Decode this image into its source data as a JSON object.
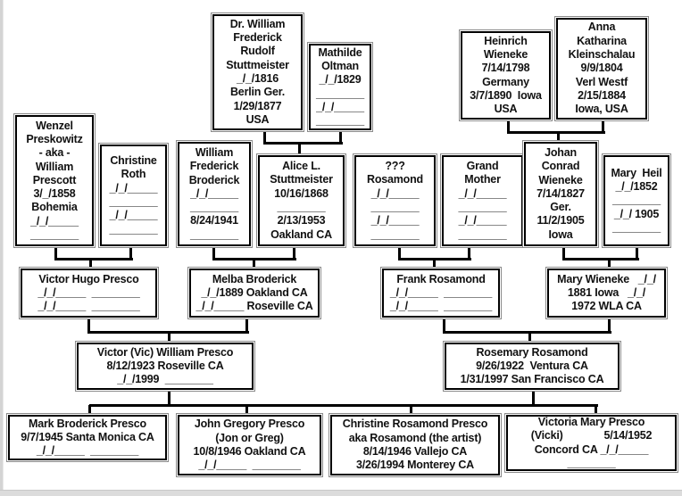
{
  "title": "Family Tree",
  "generations": {
    "great_great_grandparents": [
      {
        "id": "william-stuttmeister",
        "lines": [
          "Dr. William",
          "Frederick",
          "Rudolf",
          "Stuttmeister",
          "_/_/1816",
          "Berlin Ger.",
          "1/29/1877",
          "USA"
        ]
      },
      {
        "id": "mathilde-oltman",
        "lines": [
          "Mathilde",
          "Oltman",
          "_/_/1829",
          "________",
          "_/_/_____",
          "________"
        ]
      },
      {
        "id": "heinrich-wieneke",
        "lines": [
          "Heinrich",
          "Wieneke",
          "7/14/1798",
          "Germany",
          "3/7/1890  Iowa",
          "USA"
        ]
      },
      {
        "id": "anna-kleinschalau",
        "lines": [
          "Anna",
          "Katharina",
          "Kleinschalau",
          "9/9/1804",
          "Verl Westf",
          "2/15/1884",
          "Iowa, USA"
        ]
      }
    ],
    "great_grandparents": [
      {
        "id": "wenzel-preskowitz",
        "lines": [
          "Wenzel",
          "Preskowitz",
          "- aka -",
          "William",
          "Prescott",
          "3/_/1858",
          "Bohemia",
          "_/_/_____",
          "________"
        ]
      },
      {
        "id": "christine-roth",
        "lines": [
          "Christine",
          "Roth",
          "_/_/_____",
          "________",
          "_/_/_____",
          "________"
        ]
      },
      {
        "id": "william-broderick",
        "lines": [
          "William",
          "Frederick",
          "Broderick",
          "_/_/_____",
          "________",
          "8/24/1941",
          "________"
        ]
      },
      {
        "id": "alice-stuttmeister",
        "lines": [
          "Alice L.",
          "Stuttmeister",
          "10/16/1868",
          "________",
          "2/13/1953",
          "Oakland CA"
        ]
      },
      {
        "id": "unknown-rosamond",
        "lines": [
          "???",
          "Rosamond",
          "_/_/_____",
          "________",
          "_/_/_____",
          "________"
        ]
      },
      {
        "id": "grand-mother",
        "lines": [
          "Grand",
          "Mother",
          "_/_/_____",
          "________",
          "_/_/_____",
          "________"
        ]
      },
      {
        "id": "johan-wieneke",
        "lines": [
          "Johan",
          "Conrad",
          "Wieneke",
          "7/14/1827",
          "Ger.",
          "11/2/1905",
          "Iowa"
        ]
      },
      {
        "id": "mary-heil",
        "lines": [
          "Mary  Heil",
          "_/_/1852",
          "________",
          "_/_/ 1905",
          "________"
        ]
      }
    ],
    "grandparents": [
      {
        "id": "victor-hugo-presco",
        "lines": [
          "Victor Hugo Presco",
          "_/_/_____  ________",
          "_/_/_____  ________"
        ]
      },
      {
        "id": "melba-broderick",
        "lines": [
          "Melba Broderick",
          "_/_/1889 Oakland CA",
          "_/_/_____ Roseville CA"
        ]
      },
      {
        "id": "frank-rosamond",
        "lines": [
          "Frank Rosamond",
          "_/_/_____  ________",
          "_/_/_____  ________"
        ]
      },
      {
        "id": "mary-wieneke",
        "lines": [
          "Mary Wieneke   _/_/",
          "1881 Iowa   _/_/",
          "1972 WLA CA"
        ]
      }
    ],
    "parents": [
      {
        "id": "victor-william-presco",
        "lines": [
          "Victor (Vic) William Presco",
          "8/12/1923 Roseville CA",
          "_/_/1999  ________"
        ]
      },
      {
        "id": "rosemary-rosamond",
        "lines": [
          "Rosemary Rosamond",
          "9/26/1922  Ventura CA",
          "1/31/1997 San Francisco CA"
        ]
      }
    ],
    "children": [
      {
        "id": "mark-presco",
        "lines": [
          "Mark Broderick Presco",
          "9/7/1945 Santa Monica CA",
          "_/_/_____  ________"
        ]
      },
      {
        "id": "john-presco",
        "lines": [
          "John Gregory Presco",
          "(Jon or Greg)",
          "10/8/1946 Oakland CA",
          "_/_/_____  ________"
        ]
      },
      {
        "id": "christine-presco",
        "lines": [
          "Christine Rosamond Presco",
          "aka Rosamond (the artist)",
          "8/14/1946 Vallejo CA",
          "3/26/1994 Monterey CA"
        ]
      },
      {
        "id": "victoria-presco",
        "lines": [
          "Victoria Mary Presco",
          "(Vicki)              5/14/1952",
          "Concord CA _/_/_____",
          "________"
        ]
      }
    ]
  }
}
